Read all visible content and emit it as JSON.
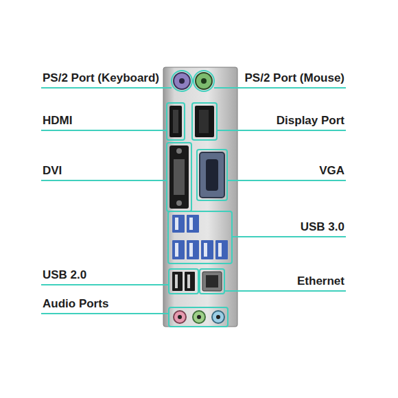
{
  "diagram": {
    "labels": [
      "PS/2 Port (Keyboard)",
      "PS/2 Port (Mouse)",
      "HDMI",
      "Display Port",
      "DVI",
      "VGA",
      "USB 3.0",
      "USB 2.0",
      "Ethernet",
      "Audio Ports"
    ]
  }
}
